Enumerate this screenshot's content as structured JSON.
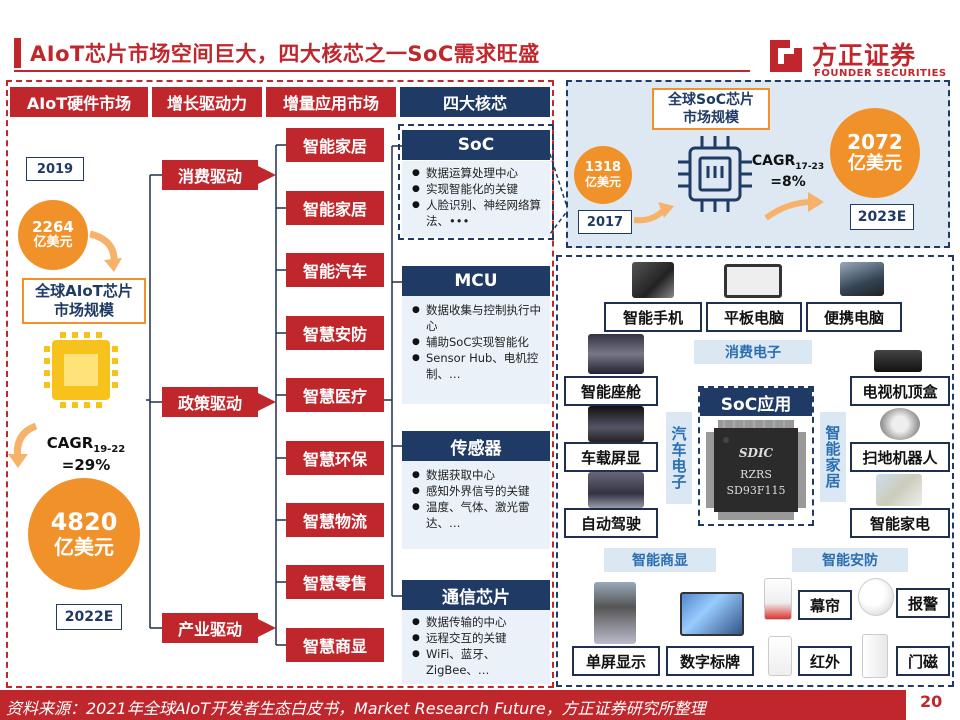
{
  "header": {
    "title": "AIoT芯片市场空间巨大，四大核芯之一SoC需求旺盛",
    "brand_cn": "方正证券",
    "brand_en": "FOUNDER SECURITIES"
  },
  "columns": {
    "market": "AIoT硬件市场",
    "drivers": "增长驱动力",
    "apps": "增量应用市场",
    "cores": "四大核芯"
  },
  "market": {
    "year_start": "2019",
    "size_start_value": "2264",
    "size_start_unit": "亿美元",
    "label_line1": "全球AIoT芯片",
    "label_line2": "市场规模",
    "cagr_prefix": "CAGR",
    "cagr_sub": "19-22",
    "cagr_value": "=29%",
    "size_end_value": "4820",
    "size_end_unit": "亿美元",
    "year_end": "2022E"
  },
  "drivers": [
    "消费驱动",
    "政策驱动",
    "产业驱动"
  ],
  "apps": [
    "智能家居",
    "智能家居",
    "智能汽车",
    "智慧安防",
    "智慧医疗",
    "智慧环保",
    "智慧物流",
    "智慧零售",
    "智慧商显"
  ],
  "cores": [
    {
      "title": "SoC",
      "items": [
        "数据运算处理中心",
        "实现智能化的关键",
        "人脸识别、神经网络算法、•••"
      ]
    },
    {
      "title": "MCU",
      "items": [
        "数据收集与控制执行中心",
        "辅助SoC实现智能化",
        "Sensor Hub、电机控制、…"
      ]
    },
    {
      "title": "传感器",
      "items": [
        "数据获取中心",
        "感知外界信号的关键",
        "温度、气体、激光雷达、…"
      ]
    },
    {
      "title": "通信芯片",
      "items": [
        "数据传输的中心",
        "远程交互的关键",
        "WiFi、蓝牙、ZigBee、…"
      ]
    }
  ],
  "soc_market": {
    "label_line1": "全球SoC芯片",
    "label_line2": "市场规模",
    "start_value": "1318",
    "start_unit": "亿美元",
    "start_year": "2017",
    "cagr_prefix": "CAGR",
    "cagr_sub": "17-23",
    "cagr_value": "=8%",
    "end_value": "2072",
    "end_unit": "亿美元",
    "end_year": "2023E"
  },
  "soc_apps": {
    "center_title": "SoC应用",
    "chip_brand": "SDIC",
    "chip_line1": "RZRS",
    "chip_line2": "SD93F115",
    "categories": {
      "consumer": "消费电子",
      "auto": "汽车电子",
      "home": "智能家居",
      "display": "智能商显",
      "security": "智能安防"
    },
    "devices": {
      "phone": "智能手机",
      "tablet": "平板电脑",
      "laptop": "便携电脑",
      "cockpit": "智能座舱",
      "car_screen": "车载屏显",
      "autopilot": "自动驾驶",
      "tv_box": "电视机顶盒",
      "robot": "扫地机器人",
      "appliance": "智能家电",
      "single_screen": "单屏显示",
      "signage": "数字标牌",
      "curtain": "幕帘",
      "alarm": "报警",
      "infrared": "红外",
      "door": "门磁"
    }
  },
  "footer": {
    "source": "资料来源：2021年全球AIoT开发者生态白皮书，Market Research Future，方正证券研究所整理",
    "page": "20"
  },
  "colors": {
    "brand_red": "#c0272d",
    "navy": "#1f3a64",
    "orange": "#f1912a",
    "light_blue": "#dbe7f3"
  }
}
